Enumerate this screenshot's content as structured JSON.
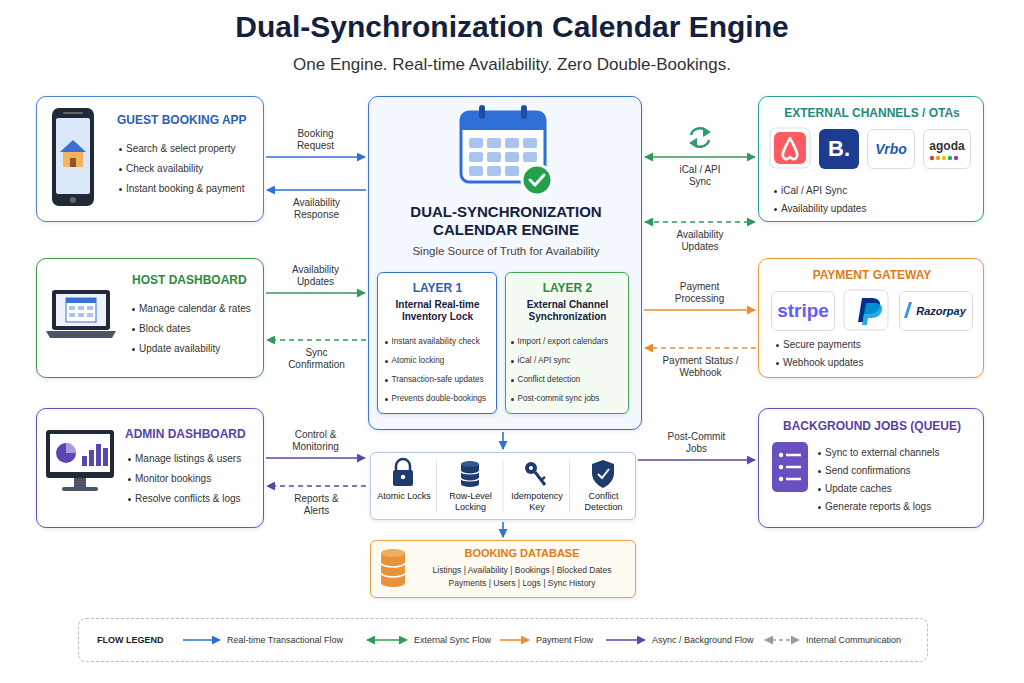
{
  "diagram": {
    "title": "Dual-Synchronization Calendar Engine",
    "caption": "One Engine. Real-time Availability. Zero Double-Bookings.",
    "nodes": [
      {
        "text": [
          "GUEST BOOKING APP",
          "Search & select property",
          "Check availability",
          "Instant booking & payment"
        ]
      },
      {
        "text": [
          "DUAL-SYNCHRONIZATION CALENDAR ENGINE",
          "Single Source of Truth for Availability"
        ]
      },
      {
        "text": [
          "LAYER 1",
          "Internal Real-time Inventory Lock",
          "Instant availability check",
          "Atomic locking",
          "Transaction-safe updates",
          "Prevents double-bookings"
        ],
        "in": 1
      },
      {
        "text": [
          "LAYER 2",
          "External Channel Synchronization",
          "Import / export calendars",
          "iCal / API sync",
          "Conflict detection",
          "Post-commit sync jobs"
        ],
        "in": 1
      },
      {
        "text": [
          "EXTERNAL CHANNELS / OTAs",
          "B.",
          "Vrbo",
          "agoda",
          "iCal / API Sync",
          "Availability updates"
        ]
      },
      {
        "text": [
          "HOST DASHBOARD",
          "Manage calendar & rates",
          "Block dates",
          "Update availability"
        ]
      },
      {
        "text": [
          "PAYMENT GATEWAY",
          "stripe",
          "Razorpay",
          "Secure payments",
          "Webhook updates"
        ]
      },
      {
        "text": [
          "ADMIN DASHBOARD",
          "Manage listings & users",
          "Monitor bookings",
          "Resolve conflicts & logs"
        ]
      },
      {
        "text": [
          "Atomic Locks",
          "Row-Level Locking",
          "Idempotency Key",
          "Conflict Detection"
        ]
      },
      {
        "text": [
          "BACKGROUND JOBS (QUEUE)",
          "Sync to external channels",
          "Send confirmations",
          "Update caches",
          "Generate reports & logs"
        ]
      },
      {
        "text": [
          "BOOKING DATABASE",
          "Listings | Availability | Bookings | Blocked Dates",
          "Payments | Users | Logs | Sync History"
        ]
      }
    ],
    "edges": [
      {
        "from": 0,
        "to": 1,
        "label": "Booking Request",
        "arrow": "to"
      },
      {
        "from": 1,
        "to": 0,
        "label": "Availability Response",
        "arrow": "to"
      },
      {
        "from": 1,
        "to": 4,
        "label": "iCal / API Sync",
        "arrow": "both"
      },
      {
        "from": 1,
        "to": 4,
        "label": "Availability Updates",
        "arrow": "both"
      },
      {
        "from": 5,
        "to": 1,
        "label": "Availability Updates",
        "arrow": "to"
      },
      {
        "from": 1,
        "to": 5,
        "label": "Sync Confirmation",
        "arrow": "to"
      },
      {
        "from": 1,
        "to": 6,
        "label": "Payment Processing",
        "arrow": "to"
      },
      {
        "from": 6,
        "to": 1,
        "label": "Payment Status / Webhook",
        "arrow": "to"
      },
      {
        "from": 7,
        "to": 1,
        "label": "Control & Monitoring",
        "arrow": "to"
      },
      {
        "from": 1,
        "to": 7,
        "label": "Reports & Alerts",
        "arrow": "to"
      },
      {
        "from": 1,
        "to": 8,
        "arrow": "to"
      },
      {
        "from": 8,
        "to": 9,
        "label": "Post-Commit Jobs",
        "arrow": "to"
      },
      {
        "from": 8,
        "to": 10,
        "arrow": "to"
      }
    ],
    "labels": [
      "FLOW LEGEND"
    ],
    "legend": [
      {
        "text": "Real-time Transactional Flow"
      },
      {
        "text": "External Sync Flow"
      },
      {
        "text": "Payment Flow"
      },
      {
        "text": "Async / Background Flow"
      },
      {
        "text": "Internal Communication"
      }
    ]
  }
}
